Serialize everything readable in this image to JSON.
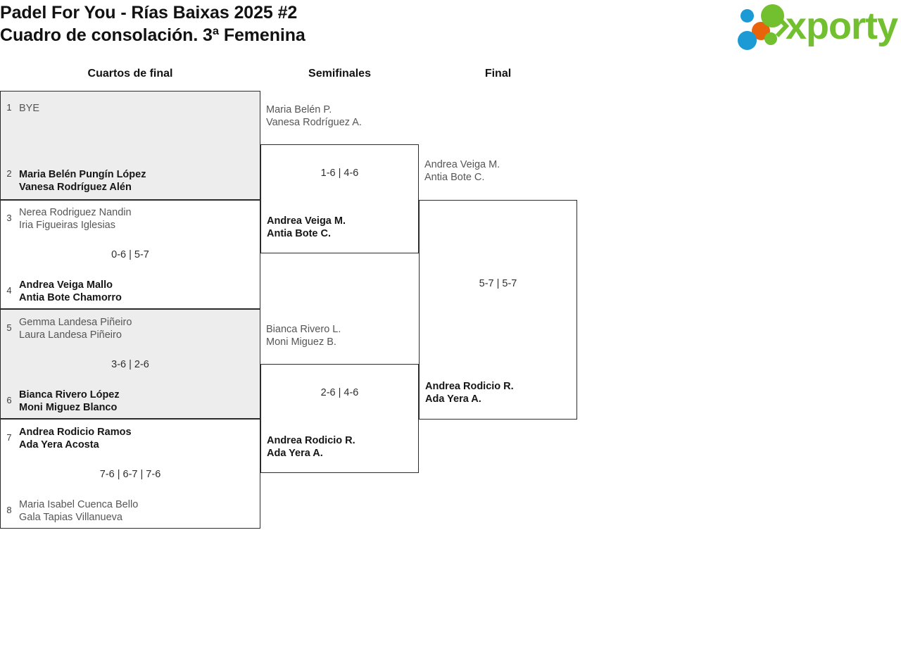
{
  "header": {
    "title_line1": "Padel For You - Rías Baixas 2025 #2",
    "title_line2": "Cuadro de consolación. 3ª Femenina",
    "logo_wordmark": "xporty",
    "logo_colors": {
      "green": "#72bf30",
      "blue": "#1c9ad6",
      "orange": "#e8630a"
    }
  },
  "rounds": [
    {
      "label": "Cuartos de final"
    },
    {
      "label": "Semifinales"
    },
    {
      "label": "Final"
    }
  ],
  "bracket": {
    "round1": {
      "matches": [
        {
          "id": "qf1",
          "shaded": true,
          "score": "",
          "teams": [
            {
              "seed": "1",
              "result": "bye",
              "players": [
                "BYE"
              ]
            },
            {
              "seed": "2",
              "result": "winner",
              "players": [
                "Maria Belén Pungín López",
                "Vanesa Rodríguez Alén"
              ]
            }
          ]
        },
        {
          "id": "qf2",
          "shaded": false,
          "score": "0-6 | 5-7",
          "teams": [
            {
              "seed": "3",
              "result": "loser",
              "players": [
                "Nerea Rodriguez Nandin",
                "Iria Figueiras Iglesias"
              ]
            },
            {
              "seed": "4",
              "result": "winner",
              "players": [
                "Andrea Veiga Mallo",
                "Antia Bote Chamorro"
              ]
            }
          ]
        },
        {
          "id": "qf3",
          "shaded": true,
          "score": "3-6 | 2-6",
          "teams": [
            {
              "seed": "5",
              "result": "loser",
              "players": [
                "Gemma Landesa Piñeiro",
                "Laura Landesa Piñeiro"
              ]
            },
            {
              "seed": "6",
              "result": "winner",
              "players": [
                "Bianca Rivero López",
                "Moni Miguez Blanco"
              ]
            }
          ]
        },
        {
          "id": "qf4",
          "shaded": false,
          "score": "7-6 | 6-7 | 7-6",
          "teams": [
            {
              "seed": "7",
              "result": "winner",
              "players": [
                "Andrea Rodicio Ramos",
                "Ada Yera Acosta"
              ]
            },
            {
              "seed": "8",
              "result": "loser",
              "players": [
                "Maria Isabel Cuenca Bello",
                "Gala Tapias Villanueva"
              ]
            }
          ]
        }
      ]
    },
    "round2": {
      "matches": [
        {
          "id": "sf1",
          "score": "1-6 | 4-6",
          "teams": [
            {
              "seed": "",
              "result": "loser",
              "players": [
                "Maria Belén P.",
                "Vanesa Rodríguez A."
              ]
            },
            {
              "seed": "",
              "result": "winner",
              "players": [
                "Andrea Veiga M.",
                "Antia Bote C."
              ]
            }
          ]
        },
        {
          "id": "sf2",
          "score": "2-6 | 4-6",
          "teams": [
            {
              "seed": "",
              "result": "loser",
              "players": [
                "Bianca Rivero L.",
                "Moni Miguez B."
              ]
            },
            {
              "seed": "",
              "result": "winner",
              "players": [
                "Andrea Rodicio R.",
                "Ada Yera A."
              ]
            }
          ]
        }
      ]
    },
    "round3": {
      "matches": [
        {
          "id": "f1",
          "score": "5-7 | 5-7",
          "teams": [
            {
              "seed": "",
              "result": "loser",
              "players": [
                "Andrea Veiga M.",
                "Antia Bote C."
              ]
            },
            {
              "seed": "",
              "result": "winner",
              "players": [
                "Andrea Rodicio R.",
                "Ada Yera A."
              ]
            }
          ]
        }
      ]
    }
  }
}
